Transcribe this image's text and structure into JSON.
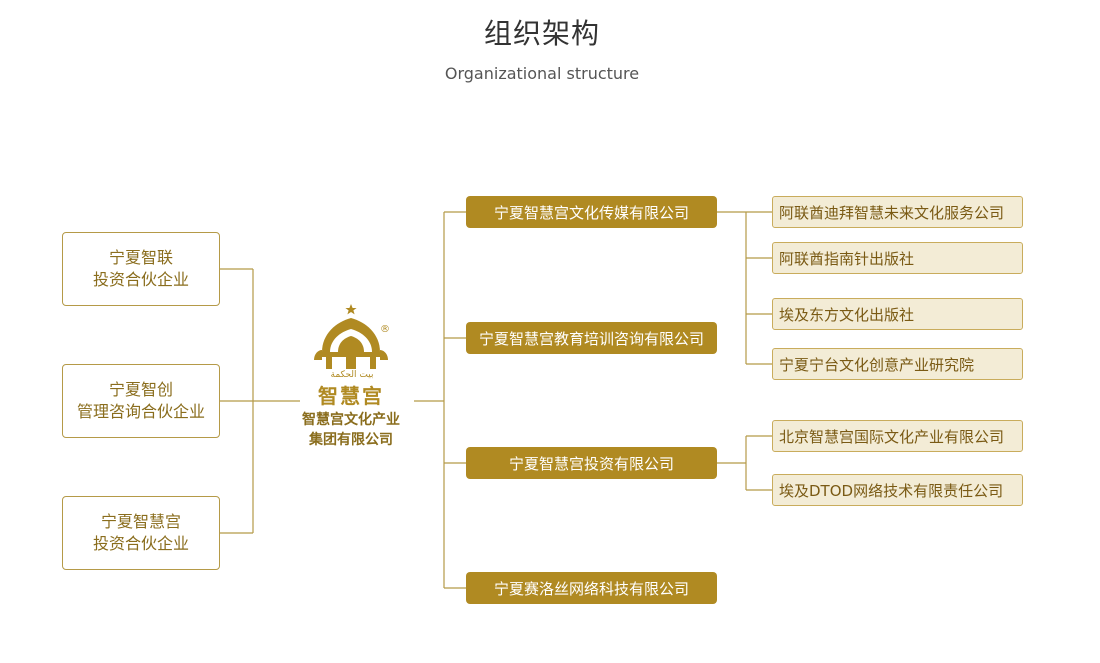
{
  "header": {
    "title": "组织架构",
    "subtitle": "Organizational structure"
  },
  "left_entities": [
    {
      "line1": "宁夏智联",
      "line2": "投资合伙企业"
    },
    {
      "line1": "宁夏智创",
      "line2": "管理咨询合伙企业"
    },
    {
      "line1": "宁夏智慧宫",
      "line2": "投资合伙企业"
    }
  ],
  "center": {
    "logo_text": "智慧宫",
    "logo_arabic": "بيت الحكمة",
    "registered_mark": "®",
    "name_line1": "智慧宫文化产业",
    "name_line2": "集团有限公司"
  },
  "subsidiaries": [
    "宁夏智慧宫文化传媒有限公司",
    "宁夏智慧宫教育培训咨询有限公司",
    "宁夏智慧宫投资有限公司",
    "宁夏赛洛丝网络科技有限公司"
  ],
  "affiliates": [
    "阿联酋迪拜智慧未来文化服务公司",
    "阿联酋指南针出版社",
    "埃及东方文化出版社",
    "宁夏宁台文化创意产业研究院",
    "北京智慧宫国际文化产业有限公司",
    "埃及DTOD网络技术有限责任公司"
  ],
  "colors": {
    "accent": "#b08a22",
    "line": "#b59a48",
    "affiliate_bg": "#f3ecd6"
  }
}
